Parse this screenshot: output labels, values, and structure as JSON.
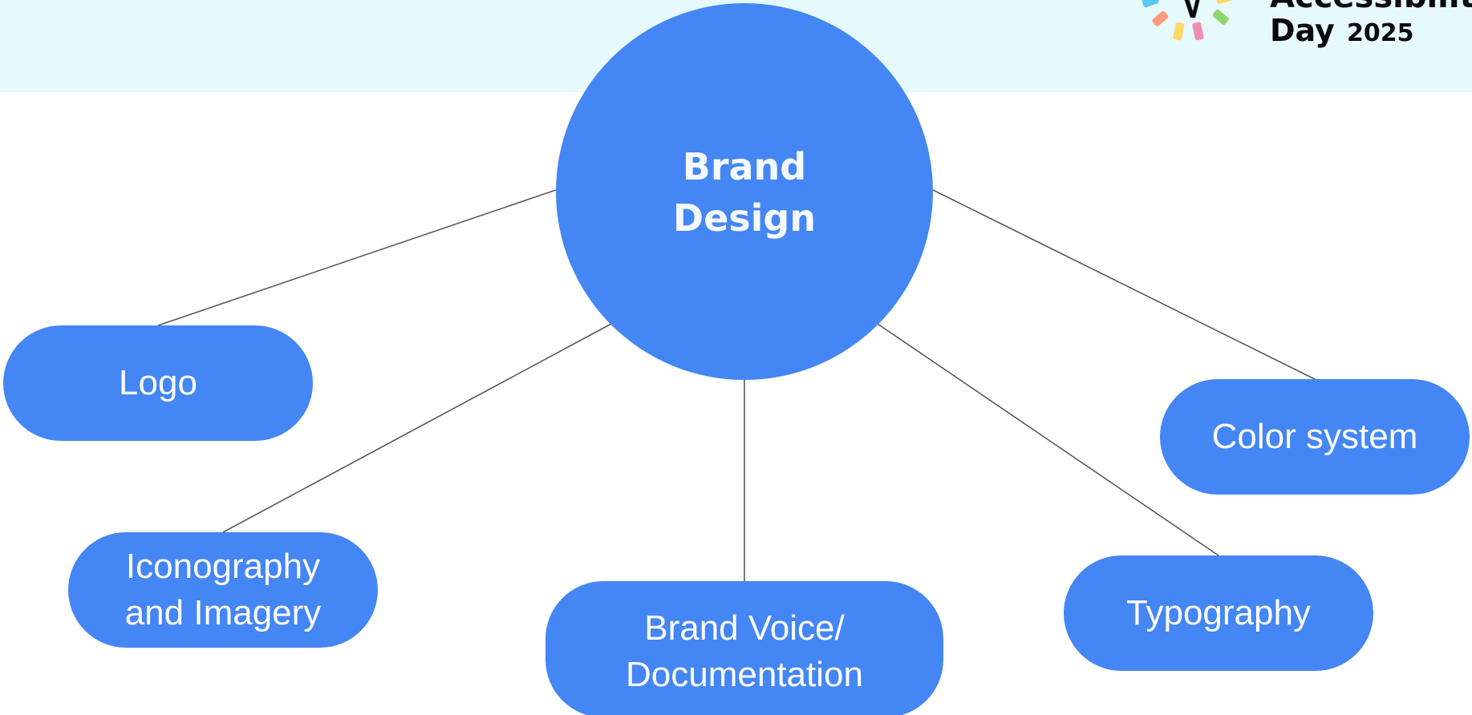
{
  "diagram": {
    "center": {
      "label_line1": "Brand",
      "label_line2": "Design"
    },
    "nodes": {
      "logo": {
        "label": "Logo"
      },
      "iconography": {
        "label_line1": "Iconography",
        "label_line2": "and Imagery"
      },
      "voice": {
        "label_line1": "Brand Voice/",
        "label_line2": "Documentation"
      },
      "typography": {
        "label": "Typography"
      },
      "color": {
        "label": "Color system"
      }
    }
  },
  "badge": {
    "line1": "Accessibility",
    "line2_prefix": "Day",
    "year": "2025",
    "colors": [
      "#5ac8f0",
      "#ff9b7a",
      "#ffd966",
      "#b48ce8",
      "#f28db2",
      "#8fd66b",
      "#0b0b0b"
    ]
  },
  "colors": {
    "node_fill": "#4486f4",
    "node_text": "#ffffff",
    "connector": "#595959",
    "top_band": "#e6f9fd"
  }
}
